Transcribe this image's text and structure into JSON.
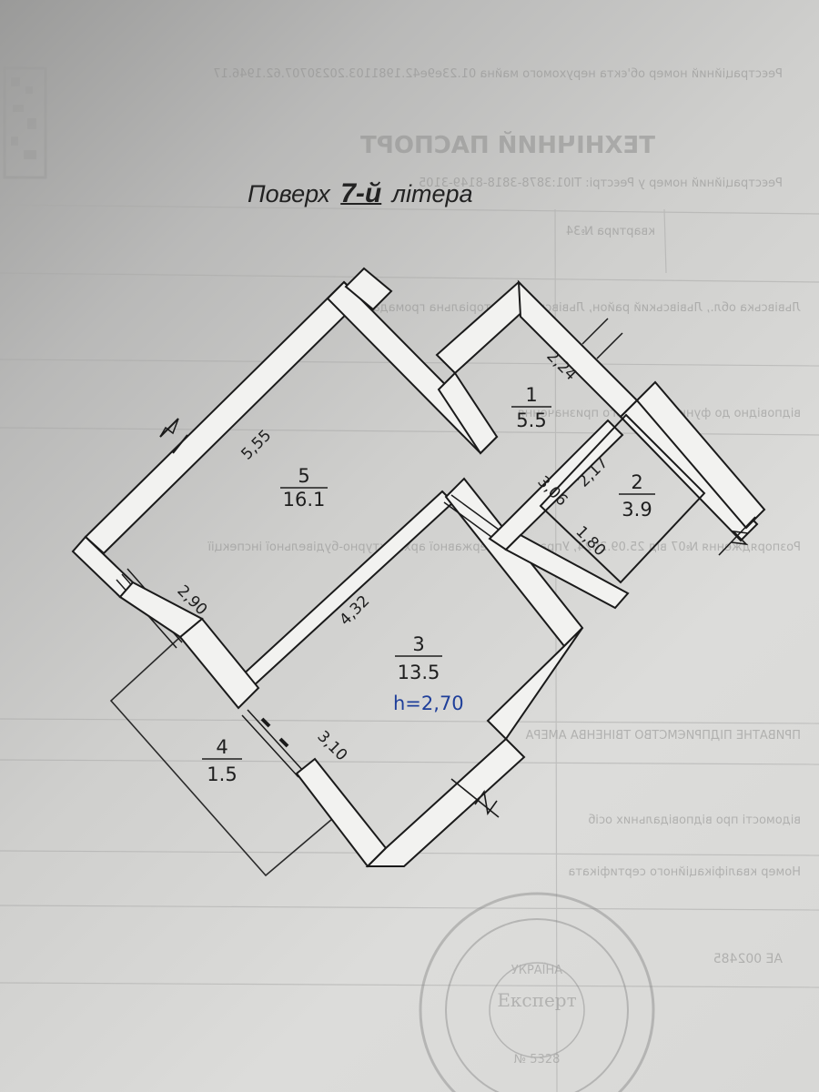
{
  "title": {
    "prefix": "Поверх",
    "floor": "7-й",
    "litera_word": "літера",
    "litera_value": ""
  },
  "rooms": [
    {
      "id": "1",
      "number": "1",
      "area": "5.5"
    },
    {
      "id": "2",
      "number": "2",
      "area": "3.9"
    },
    {
      "id": "3",
      "number": "3",
      "area": "13.5"
    },
    {
      "id": "4",
      "number": "4",
      "area": "1.5"
    },
    {
      "id": "5",
      "number": "5",
      "area": "16.1"
    }
  ],
  "dimensions": {
    "d_2_24": "2,24",
    "d_3_06": "3,06",
    "d_2_17": "2,17",
    "d_1_80": "1,80",
    "d_5_55": "5,55",
    "d_2_90": "2,90",
    "d_4_32": "4,32",
    "d_3_10": "3,10"
  },
  "ceiling_height": "h=2,70",
  "background_text": {
    "header_title": "ТЕХНІЧНИЙ ПАСПОРТ",
    "line_object_number": "Реєстраційний номер об'єкта нерухомого майна 01.23е9е42.1981103.20230707.62.1946.17",
    "line_passport_number": "Реєстраційний номер у Реєстрі: ТІ01:3878-3818-8149-3105",
    "line_apartment": "квартира №34",
    "line_address": "Львівська обл., Львівський район, Львівська територіальна громада",
    "line_purpose": "відповідно до функціонального призначення",
    "line_order": "Розпорядження №07 від 25.09.2024, Управління державної архітектурно-будівельної інспекції",
    "line_customer": "ПРИВАТНЕ ПІДПРИЄМСТВО ТВІНЕНВА АМЕРА",
    "line_responsible": "відомості про відповідальних осіб",
    "line_certificate": "Номер кваліфікаційного сертифіката",
    "line_certificate_number": "АЕ 002485",
    "stamp_expert": "Експерт",
    "stamp_country": "УКРАЇНА",
    "stamp_number": "№ 5328"
  }
}
